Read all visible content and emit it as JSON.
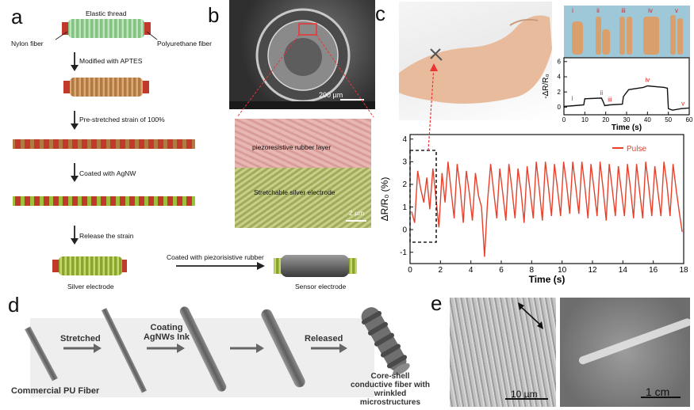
{
  "panel_labels": {
    "a": "a",
    "b": "b",
    "c": "c",
    "d": "d",
    "e": "e"
  },
  "panel_a": {
    "elastic_thread": "Elastic thread",
    "nylon_fiber": "Nylon fiber",
    "polyurethane_fiber": "Polyurethane fiber",
    "step1": "Modified with APTES",
    "step2": "Pre-stretched strain of 100%",
    "step3": "Coated with AgNW",
    "step4": "Release the strain",
    "step5": "Coated with piezorisistive rubber",
    "silver_electrode": "Silver electrode",
    "sensor_electrode": "Sensor electrode",
    "colors": {
      "thread": "#9ccf9a",
      "aptes": "#c8935a",
      "silver": "#a8c04a",
      "nylon": "#c0392b"
    }
  },
  "panel_b": {
    "scale_top": "200 µm",
    "layer_top": "piezoresistive rubber layer",
    "layer_bottom": "Stretchable silver electrode",
    "scale_bottom": "2 µm"
  },
  "panel_c": {
    "inset_labels": [
      "i",
      "ii",
      "iii",
      "iv",
      "v"
    ],
    "inset_xlabel": "Time (s)",
    "inset_ylabel": "-ΔR/R₀",
    "main_xlabel": "Time (s)",
    "main_ylabel": "ΔR/R₀ (%)",
    "legend": "Pulse",
    "pulse_color": "#e8402a"
  },
  "chart_data": [
    {
      "type": "line",
      "xlabel": "Time (s)",
      "ylabel": "-ΔR/R₀",
      "xlim": [
        0,
        60
      ],
      "ylim": [
        -1,
        6.5
      ],
      "xticks": [
        0,
        10,
        20,
        30,
        40,
        50,
        60
      ],
      "yticks": [
        0,
        2,
        4,
        6
      ],
      "annotations": [
        "i",
        "ii",
        "iii",
        "iv",
        "v"
      ],
      "x": [
        0,
        5,
        9.5,
        10,
        18,
        19,
        19.5,
        22,
        28,
        28.5,
        31,
        38,
        40,
        48,
        49.5,
        50,
        52,
        56,
        60
      ],
      "y": [
        0.1,
        0.2,
        0.3,
        1.1,
        1.2,
        0.6,
        0.2,
        0.3,
        0.4,
        1.4,
        2.3,
        2.6,
        2.8,
        2.6,
        2.5,
        -0.2,
        -0.4,
        -0.2,
        -0.1
      ]
    },
    {
      "type": "line",
      "xlabel": "Time (s)",
      "ylabel": "ΔR/R₀ (%)",
      "xlim": [
        0,
        18
      ],
      "ylim": [
        -1.5,
        4.2
      ],
      "xticks": [
        0,
        2,
        4,
        6,
        8,
        10,
        12,
        14,
        16,
        18
      ],
      "yticks": [
        -1,
        0,
        1,
        2,
        3,
        4
      ],
      "series": [
        {
          "name": "Pulse",
          "x": [
            0.1,
            0.3,
            0.5,
            0.7,
            0.9,
            1.1,
            1.3,
            1.5,
            1.7,
            1.9,
            2.1,
            2.3,
            2.5,
            2.7,
            2.9,
            3.1,
            3.3,
            3.5,
            3.7,
            3.9,
            4.1,
            4.3,
            4.5,
            4.7,
            4.9,
            5.1,
            5.3,
            5.5,
            5.7,
            5.9,
            6.1,
            6.3,
            6.5,
            6.7,
            6.9,
            7.1,
            7.3,
            7.5,
            7.7,
            7.9,
            8.1,
            8.3,
            8.5,
            8.7,
            8.9,
            9.1,
            9.3,
            9.5,
            9.7,
            9.9,
            10.1,
            10.3,
            10.5,
            10.7,
            10.9,
            11.1,
            11.3,
            11.5,
            11.7,
            11.9,
            12.1,
            12.3,
            12.5,
            12.7,
            12.9,
            13.1,
            13.3,
            13.5,
            13.7,
            13.9,
            14.1,
            14.3,
            14.5,
            14.7,
            14.9,
            15.1,
            15.3,
            15.5,
            15.7,
            15.9,
            16.1,
            16.3,
            16.5,
            16.7,
            16.9,
            17.1,
            17.3,
            17.5,
            17.7,
            17.9
          ],
          "y": [
            0.8,
            0.3,
            2.6,
            1.8,
            1.2,
            2.3,
            0.9,
            2.7,
            1.4,
            0.1,
            2.5,
            1.2,
            3.0,
            1.7,
            0.5,
            2.9,
            1.8,
            0.3,
            2.6,
            1.6,
            0.4,
            2.5,
            1.5,
            1.0,
            -1.2,
            1.3,
            2.9,
            1.7,
            0.5,
            2.7,
            1.6,
            0.4,
            2.9,
            1.8,
            0.5,
            2.7,
            1.7,
            0.3,
            2.8,
            1.7,
            0.5,
            3.0,
            1.8,
            0.4,
            3.0,
            1.9,
            0.6,
            2.9,
            1.8,
            0.6,
            3.0,
            2.0,
            0.7,
            3.0,
            1.9,
            0.7,
            3.0,
            1.9,
            0.5,
            2.9,
            1.8,
            0.6,
            3.0,
            1.8,
            0.4,
            2.9,
            1.8,
            0.6,
            2.8,
            1.7,
            0.6,
            2.9,
            1.8,
            0.5,
            2.9,
            1.7,
            0.5,
            3.0,
            1.9,
            0.6,
            2.8,
            1.7,
            0.6,
            3.0,
            2.0,
            0.6,
            2.9,
            1.8,
            0.8,
            -0.1
          ]
        }
      ]
    }
  ],
  "panel_d": {
    "start": "Commercial PU Fiber",
    "step1": "Stretched",
    "step2": "Coating AgNWs Ink",
    "step3": "Released",
    "end": "Core-shell conductive fiber with wrinkled microstructures"
  },
  "panel_e": {
    "scale_left": "10 µm",
    "scale_right": "1 cm"
  }
}
